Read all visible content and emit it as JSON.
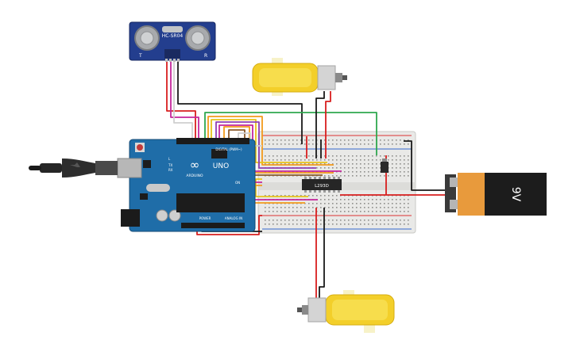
{
  "sensor": {
    "model": "HC-SR04",
    "left_mark": "T",
    "right_mark": "R"
  },
  "arduino": {
    "brand": "ARDUINO",
    "model": "UNO",
    "logo_text": "∞",
    "digital_header": "DIGITAL (PWM~)",
    "power_header": "POWER",
    "analog_header": "ANALOG IN",
    "tx_label": "TX",
    "rx_label": "RX",
    "l_label": "L",
    "on_label": "ON"
  },
  "driver_chip": {
    "label": "L293D"
  },
  "battery": {
    "label": "9V"
  },
  "colors": {
    "wire_red": "#d81e1e",
    "wire_black": "#1a1a1a",
    "wire_green": "#2fa84f",
    "wire_orange": "#f39b1c",
    "wire_yellow": "#e8c31a",
    "wire_purple": "#8e3fb3",
    "wire_magenta": "#c5269c",
    "wire_brown": "#8b5a2b",
    "wire_white": "#cfcfcf",
    "arduino_blue": "#1f6da8",
    "motor_yellow": "#f3cf2a",
    "battery_orange": "#e89a3c"
  }
}
